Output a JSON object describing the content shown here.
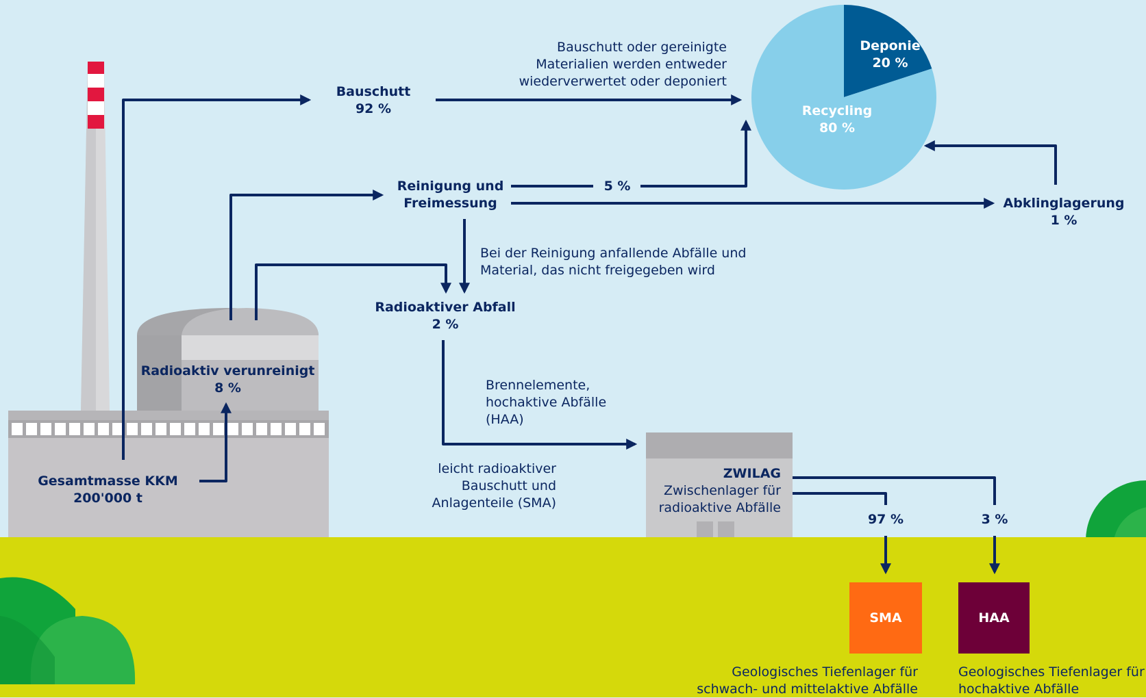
{
  "colors": {
    "sky": "#d6ecf5",
    "ground": "#d5d90b",
    "arrow": "#0b2660",
    "text": "#0b2660",
    "building": "#c6c4c7",
    "pie_recycling": "#87cfea",
    "pie_deponie": "#005b94",
    "sma_box": "#ff6a13",
    "haa_box": "#6d0038",
    "tree": "#10a43b",
    "chimney_stripe": "#e2173f"
  },
  "chart_data": {
    "type": "pie",
    "slices": [
      {
        "label": "Recycling",
        "value": 80
      },
      {
        "label": "Deponie",
        "value": 20
      }
    ]
  },
  "pie": {
    "recycling_label": "Recycling",
    "recycling_value": "80 %",
    "deponie_label": "Deponie",
    "deponie_value": "20 %"
  },
  "nodes": {
    "gesamt": {
      "title": "Gesamtmasse KKM",
      "value": "200'000 t"
    },
    "verunreinigt": {
      "title": "Radioaktiv verunreinigt",
      "value": "8 %"
    },
    "bauschutt": {
      "title": "Bauschutt",
      "value": "92 %"
    },
    "reinigung": {
      "line1": "Reinigung und",
      "line2": "Freimessung"
    },
    "abfall": {
      "title": "Radioaktiver Abfall",
      "value": "2 %"
    },
    "abkling": {
      "title": "Abklinglagerung",
      "value": "1 %"
    },
    "zwilag": {
      "title": "ZWILAG",
      "line1": "Zwischenlager für",
      "line2": "radioaktive Abfälle"
    }
  },
  "flows": {
    "recycling_5": "5 %",
    "sma_97": "97 %",
    "haa_3": "3 %"
  },
  "notes": {
    "bauschutt_note": [
      "Bauschutt oder gereinigte",
      "Materialien werden entweder",
      "wiederverwertet oder deponiert"
    ],
    "reinigung_note": [
      "Bei der Reinigung anfallende Abfälle und",
      "Material, das nicht freigegeben wird"
    ],
    "haa_note": [
      "Brennelemente,",
      "hochaktive Abfälle",
      "(HAA)"
    ],
    "sma_note": [
      "leicht radioaktiver",
      "Bauschutt und",
      "Anlagenteile (SMA)"
    ]
  },
  "repositories": {
    "sma": {
      "label": "SMA",
      "caption": [
        "Geologisches Tiefenlager für",
        "schwach- und mittelaktive Abfälle"
      ]
    },
    "haa": {
      "label": "HAA",
      "caption": [
        "Geologisches Tiefenlager für",
        "hochaktive Abfälle"
      ]
    }
  }
}
